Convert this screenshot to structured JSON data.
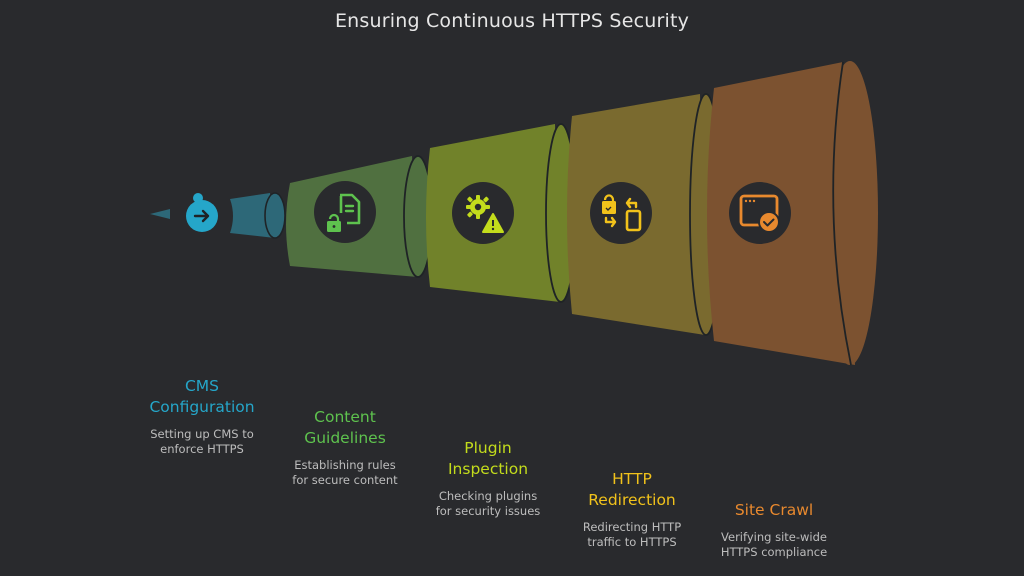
{
  "title": "Ensuring Continuous HTTPS Security",
  "stages": [
    {
      "name_line1": "CMS",
      "name_line2": "Configuration",
      "desc_line1": "Setting up CMS to",
      "desc_line2": "enforce HTTPS",
      "icon": "arrow-in-circle-icon",
      "color": "#25a6c9",
      "segment_color": "#2d6878"
    },
    {
      "name_line1": "Content",
      "name_line2": "Guidelines",
      "desc_line1": "Establishing rules",
      "desc_line2": "for secure content",
      "icon": "locked-document-icon",
      "color": "#5ec24e",
      "segment_color": "#507040"
    },
    {
      "name_line1": "Plugin",
      "name_line2": "Inspection",
      "desc_line1": "Checking plugins",
      "desc_line2": "for security issues",
      "icon": "gear-warning-icon",
      "color": "#c3dc1c",
      "segment_color": "#71822a"
    },
    {
      "name_line1": "HTTP",
      "name_line2": "Redirection",
      "desc_line1": "Redirecting HTTP",
      "desc_line2": "traffic to HTTPS",
      "icon": "lock-redirect-device-icon",
      "color": "#f1c21b",
      "segment_color": "#7a6a2f"
    },
    {
      "name_line1": "Site Crawl",
      "name_line2": "",
      "desc_line1": "Verifying site-wide",
      "desc_line2": "HTTPS compliance",
      "icon": "browser-check-icon",
      "color": "#e8892e",
      "segment_color": "#7c5230"
    }
  ]
}
